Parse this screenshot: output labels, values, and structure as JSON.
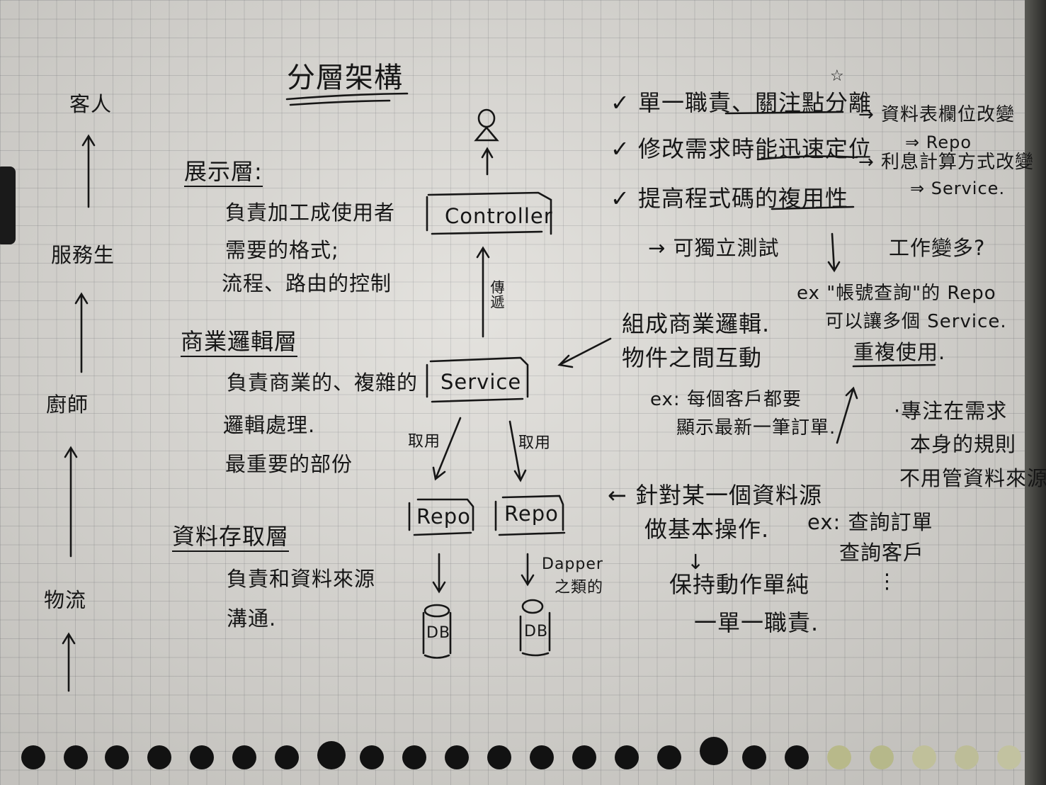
{
  "title": "分層架構",
  "analogy": [
    "客人",
    "服務生",
    "廚師",
    "物流"
  ],
  "layers": [
    {
      "name": "展示層:",
      "desc": [
        "負責加工成使用者",
        "需要的格式;",
        "流程、路由的控制"
      ]
    },
    {
      "name": "商業邏輯層",
      "desc": [
        "負責商業的、複雜的",
        "邏輯處理.",
        "最重要的部份"
      ]
    },
    {
      "name": "資料存取層",
      "desc": [
        "負責和資料來源",
        "溝通."
      ]
    }
  ],
  "diagram": {
    "controller": "Controller",
    "pass_label": "傳遞",
    "service": "Service",
    "use_label": "取用",
    "repo": "Repo",
    "db": "DB",
    "dapper": "Dapper",
    "dapper_suffix": "之類的"
  },
  "benefits": [
    {
      "check": "✓",
      "text": "單一職責、關注點分離"
    },
    {
      "check": "✓",
      "text": "修改需求時能迅速定位"
    },
    {
      "check": "✓",
      "text": "提高程式碼的複用性"
    }
  ],
  "star": "☆",
  "locate_examples": [
    "→ 資料表欄位改變",
    "⇒ Repo",
    "→ 利息計算方式改變",
    "⇒ Service."
  ],
  "testable": "→ 可獨立測試",
  "more_work": "工作變多?",
  "reuse_example": [
    "ex \"帳號查詢\"的 Repo",
    "可以讓多個 Service.",
    "重複使用."
  ],
  "service_notes": {
    "lines": [
      "組成商業邏輯.",
      "物件之間互動"
    ],
    "example": [
      "ex: 每個客戶都要",
      "顯示最新一筆訂單."
    ],
    "focus": [
      "·專注在需求",
      "本身的規則",
      "不用管資料來源"
    ]
  },
  "repo_notes": {
    "lines": [
      "← 針對某一個資料源",
      "做基本操作."
    ],
    "example": [
      "ex: 查詢訂單",
      "查詢客戶",
      "⋮"
    ],
    "down": "↓",
    "keep": [
      "保持動作單純",
      "一單一職責."
    ]
  }
}
